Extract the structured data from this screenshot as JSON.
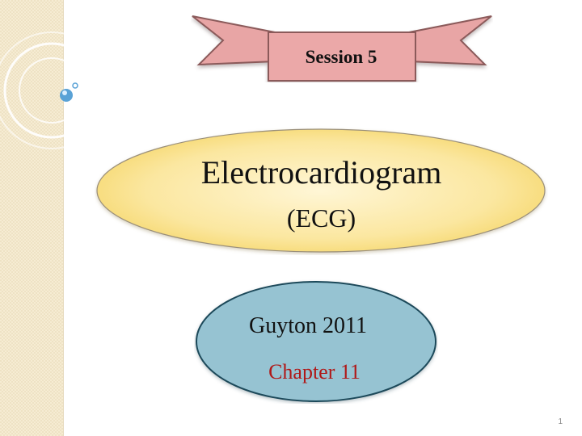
{
  "slide": {
    "ribbon_label": "Session 5",
    "title": "Electrocardiogram",
    "subtitle": "(ECG)",
    "reference": {
      "book": "Guyton 2011",
      "chapter": "Chapter 11"
    },
    "page_number": "1"
  },
  "colors": {
    "ribbon_fill": "#e8a5a5",
    "ribbon_shadow": "#b98b8b",
    "title_oval_center": "#fff3c8",
    "title_oval_edge": "#f6d86c",
    "ref_oval_fill": "#96c3d2",
    "chapter_text": "#b01818",
    "side_strip": "#f6ecd3"
  },
  "icons": {
    "decor": "concentric-circles-icon",
    "bullet": "blue-bubble-icon"
  }
}
